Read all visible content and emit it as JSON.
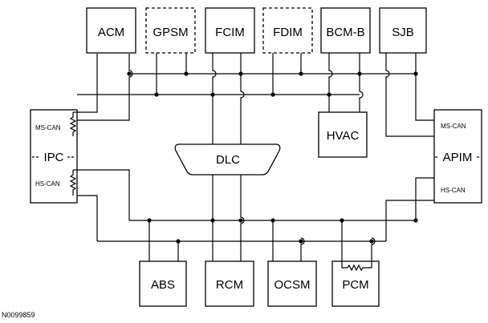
{
  "modules": {
    "acm": "ACM",
    "gpsm": "GPSM",
    "fcim": "FCIM",
    "fdim": "FDIM",
    "bcm_b": "BCM-B",
    "sjb": "SJB",
    "hvac": "HVAC",
    "dlc": "DLC",
    "ipc": "IPC",
    "apim": "APIM",
    "abs": "ABS",
    "rcm": "RCM",
    "ocsm": "OCSM",
    "pcm": "PCM"
  },
  "bus_labels": {
    "ipc_ms_can": "MS-CAN",
    "ipc_hs_can": "HS-CAN",
    "apim_ms_can": "MS-CAN",
    "apim_hs_can": "HS-CAN"
  },
  "optional_modules": [
    "GPSM",
    "FDIM"
  ],
  "figure_ref": "N0099859"
}
